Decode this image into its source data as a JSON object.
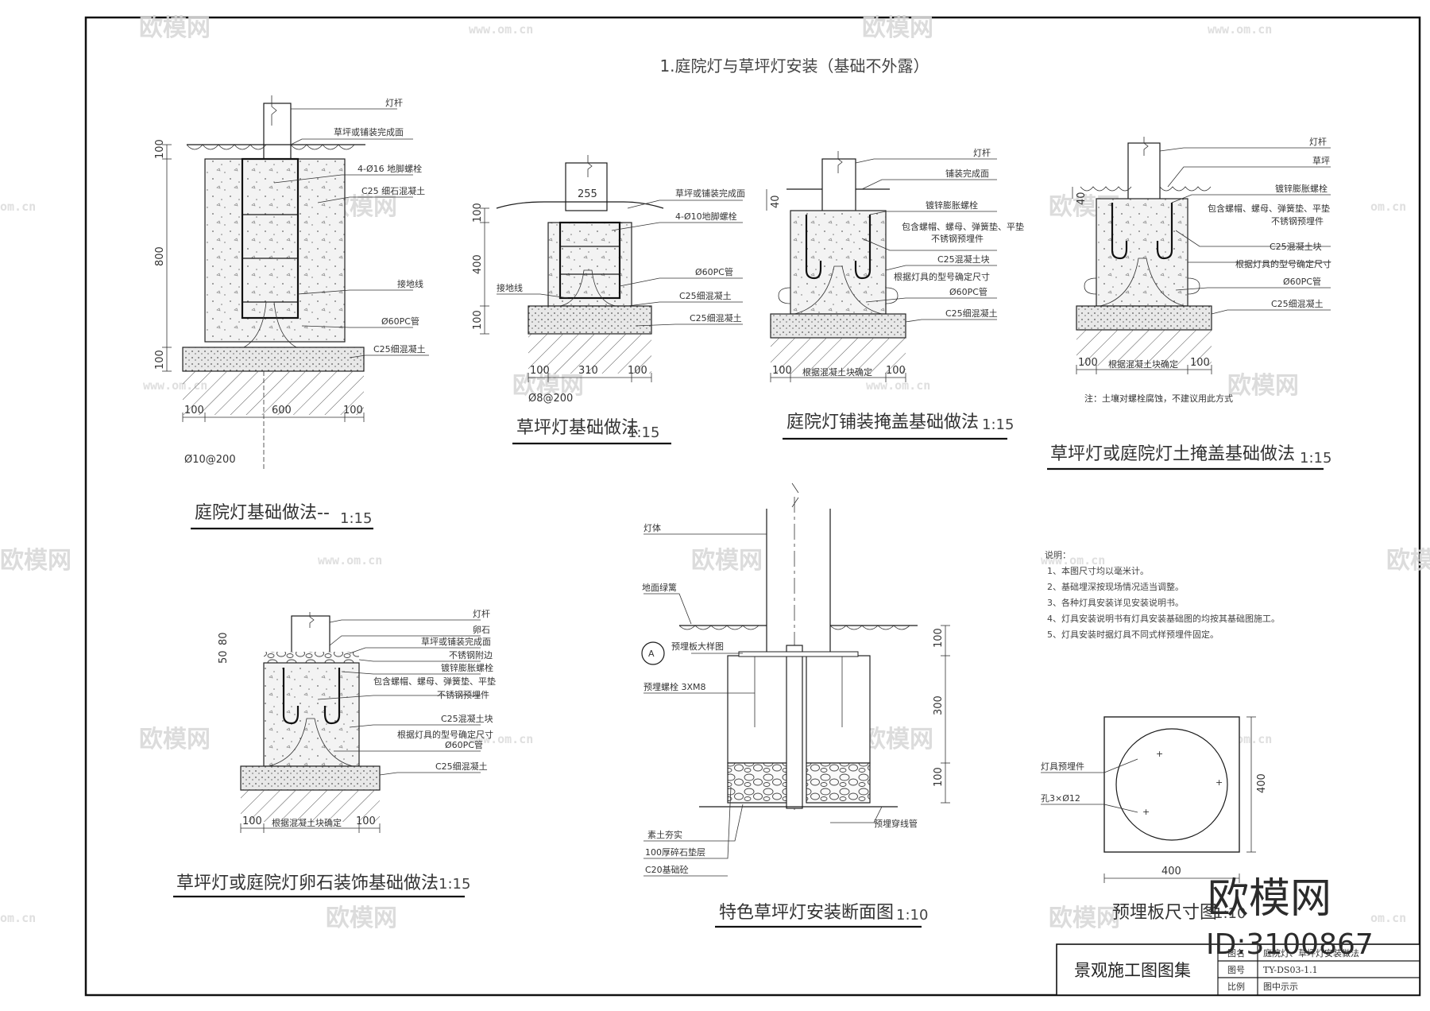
{
  "title": "1.庭院灯与草坪灯安装（基础不外露）",
  "watermarks": {
    "brand": "欧模网",
    "site": "www.om.cn",
    "site_short": "om.cn",
    "brand_short": "欧模网"
  },
  "d1": {
    "caption": "庭院灯基础做法--",
    "scale": "1:15",
    "labels": [
      "灯杆",
      "草坪或铺装完成面",
      "4-Ø16 地脚螺栓",
      "C25 细石混凝土",
      "接地线",
      "Ø60PC管",
      "C25细混凝土"
    ],
    "dims": {
      "top": "100",
      "mid": "800",
      "bot": "100",
      "w1": "100",
      "w2": "600",
      "w3": "100",
      "rebar": "Ø10@200"
    }
  },
  "d2": {
    "caption": "草坪灯基础做法",
    "scale": "1:15",
    "labels": [
      "草坪或铺装完成面",
      "4-Ø10地脚螺栓",
      "接地线",
      "Ø60PC管",
      "C25细混凝土",
      "C25细混凝土"
    ],
    "dims": {
      "top": "255",
      "v1": "100",
      "v2": "400",
      "v3": "100",
      "w1": "100",
      "w2": "310",
      "w3": "100",
      "rebar": "Ø8@200"
    }
  },
  "d3": {
    "caption": "庭院灯铺装掩盖基础做法",
    "scale": "1:15",
    "labels": [
      "灯杆",
      "铺装完成面",
      "镀锌膨胀螺栓",
      "包含螺帽、螺母、弹簧垫、平垫",
      "不锈钢预埋件",
      "C25混凝土块",
      "根据灯具的型号确定尺寸",
      "Ø60PC管",
      "C25细混凝土"
    ],
    "dims": {
      "v1": "40",
      "w1": "100",
      "wm": "根据混凝土块确定",
      "w3": "100"
    }
  },
  "d4": {
    "caption": "草坪灯或庭院灯土掩盖基础做法",
    "scale": "1:15",
    "labels": [
      "灯杆",
      "草坪",
      "镀锌膨胀螺栓",
      "包含螺帽、螺母、弹簧垫、平垫",
      "不锈钢预埋件",
      "C25混凝土块",
      "根据灯具的型号确定尺寸",
      "Ø60PC管",
      "C25细混凝土"
    ],
    "dims": {
      "v1": "40",
      "w1": "100",
      "wm": "根据混凝土块确定",
      "w3": "100"
    },
    "note": "注：土壤对螺栓腐蚀，不建议用此方式"
  },
  "d5": {
    "caption": "草坪灯或庭院灯卵石装饰基础做法",
    "scale": "1:15",
    "labels": [
      "灯杆",
      "卵石",
      "草坪或铺装完成面",
      "不锈钢附边",
      "镀锌膨胀螺栓",
      "包含螺帽、螺母、弹簧垫、平垫",
      "不锈钢预埋件",
      "C25混凝土块",
      "根据灯具的型号确定尺寸",
      "Ø60PC管",
      "C25细混凝土"
    ],
    "dims": {
      "v1": "50",
      "v2": "80",
      "w1": "100",
      "wm": "根据混凝土块确定",
      "w3": "100"
    }
  },
  "d6": {
    "caption": "特色草坪灯安装断面图",
    "scale": "1:10",
    "labels": [
      "灯体",
      "地面绿篱",
      "预埋板大样图",
      "预埋螺栓 3XM8",
      "素土夯实",
      "100厚碎石垫层",
      "C20基础砼",
      "预埋穿线管"
    ],
    "callout": "A",
    "dims": {
      "v1": "100",
      "v2": "300",
      "v3": "100"
    }
  },
  "d7": {
    "caption": "预埋板尺寸图",
    "scale": "1:10",
    "labels": [
      "灯具预埋件",
      "孔3×Ø12"
    ],
    "dims": {
      "w": "400",
      "h": "400"
    }
  },
  "notes": {
    "heading": "说明：",
    "items": [
      "1、本图尺寸均以毫米计。",
      "2、基础埋深按现场情况适当调整。",
      "3、各种灯具安装详见安装说明书。",
      "4、灯具安装说明书有灯具安装基础图的均按其基础图施工。",
      "5、灯具安装时据灯具不同式样预埋件固定。"
    ]
  },
  "titleblock": {
    "project": "景观施工图图集",
    "row1_label": "图名",
    "row1_value": "庭院灯、草坪灯安装做法",
    "row2_label": "图号",
    "row2_value": "TY-DS03-1.1",
    "row3_label": "比例",
    "row3_value": "图中示示"
  },
  "brand": {
    "name": "欧模网",
    "id": "ID:3100867"
  }
}
